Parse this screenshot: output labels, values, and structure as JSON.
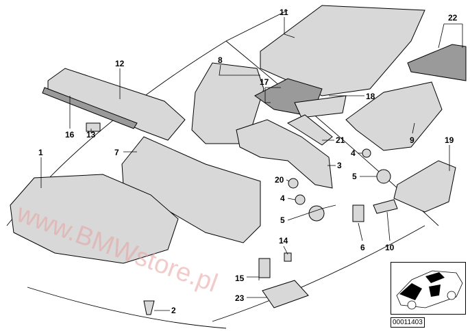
{
  "diagram": {
    "watermark": "www.BMWstore.pl",
    "diagram_code": "00011403",
    "callouts": [
      "11",
      "22",
      "12",
      "8",
      "17",
      "18",
      "16",
      "13",
      "7",
      "1",
      "21",
      "9",
      "19",
      "4",
      "3",
      "5",
      "20",
      "4",
      "5",
      "6",
      "10",
      "14",
      "15",
      "23",
      "2"
    ]
  }
}
